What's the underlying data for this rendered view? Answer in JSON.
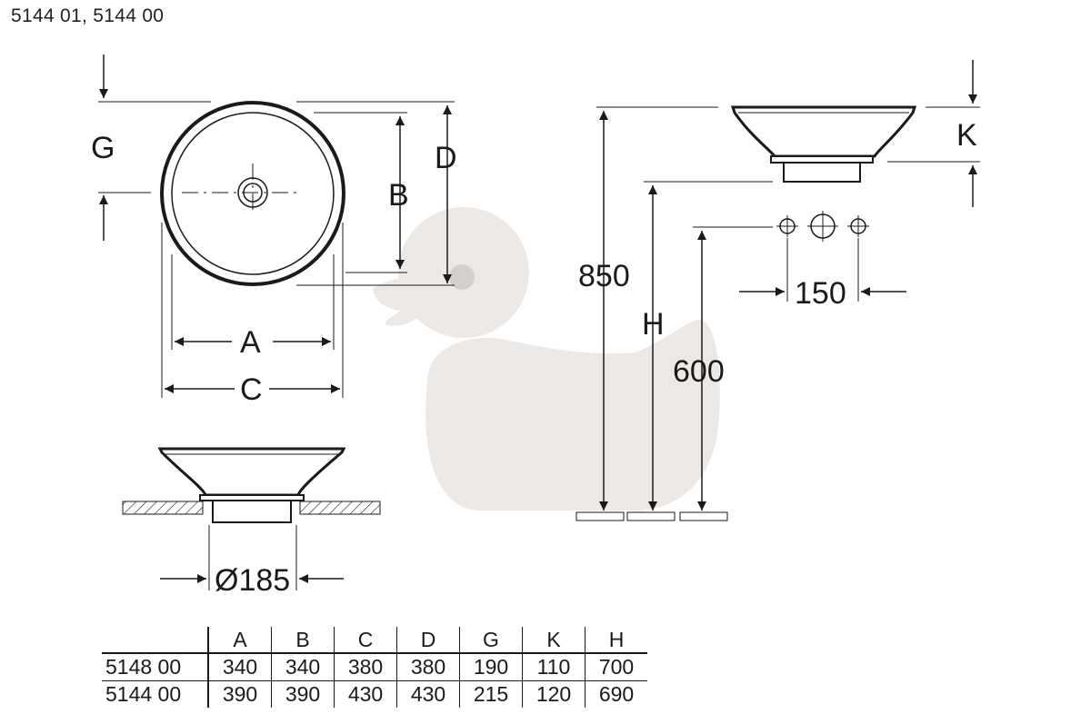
{
  "header": {
    "models": "5144 01, 5144 00"
  },
  "top_view": {
    "labels": {
      "g": "G",
      "d": "D",
      "b": "B",
      "a": "A",
      "c": "C"
    }
  },
  "side_view": {
    "diameter": "Ø185"
  },
  "side_install": {
    "labels": {
      "k": "K",
      "h": "H",
      "height_850": "850",
      "height_600": "600",
      "spacing_150": "150"
    }
  },
  "table": {
    "columns": [
      "",
      "A",
      "B",
      "C",
      "D",
      "G",
      "K",
      "H"
    ],
    "rows": [
      [
        "5148 00",
        "340",
        "340",
        "380",
        "380",
        "190",
        "110",
        "700"
      ],
      [
        "5144 00",
        "390",
        "390",
        "430",
        "430",
        "215",
        "120",
        "690"
      ]
    ]
  },
  "colors": {
    "line": "#1a1a1a",
    "watermark": "#ece8e6"
  },
  "icons": {
    "watermark": "rubber-duck-watermark"
  }
}
